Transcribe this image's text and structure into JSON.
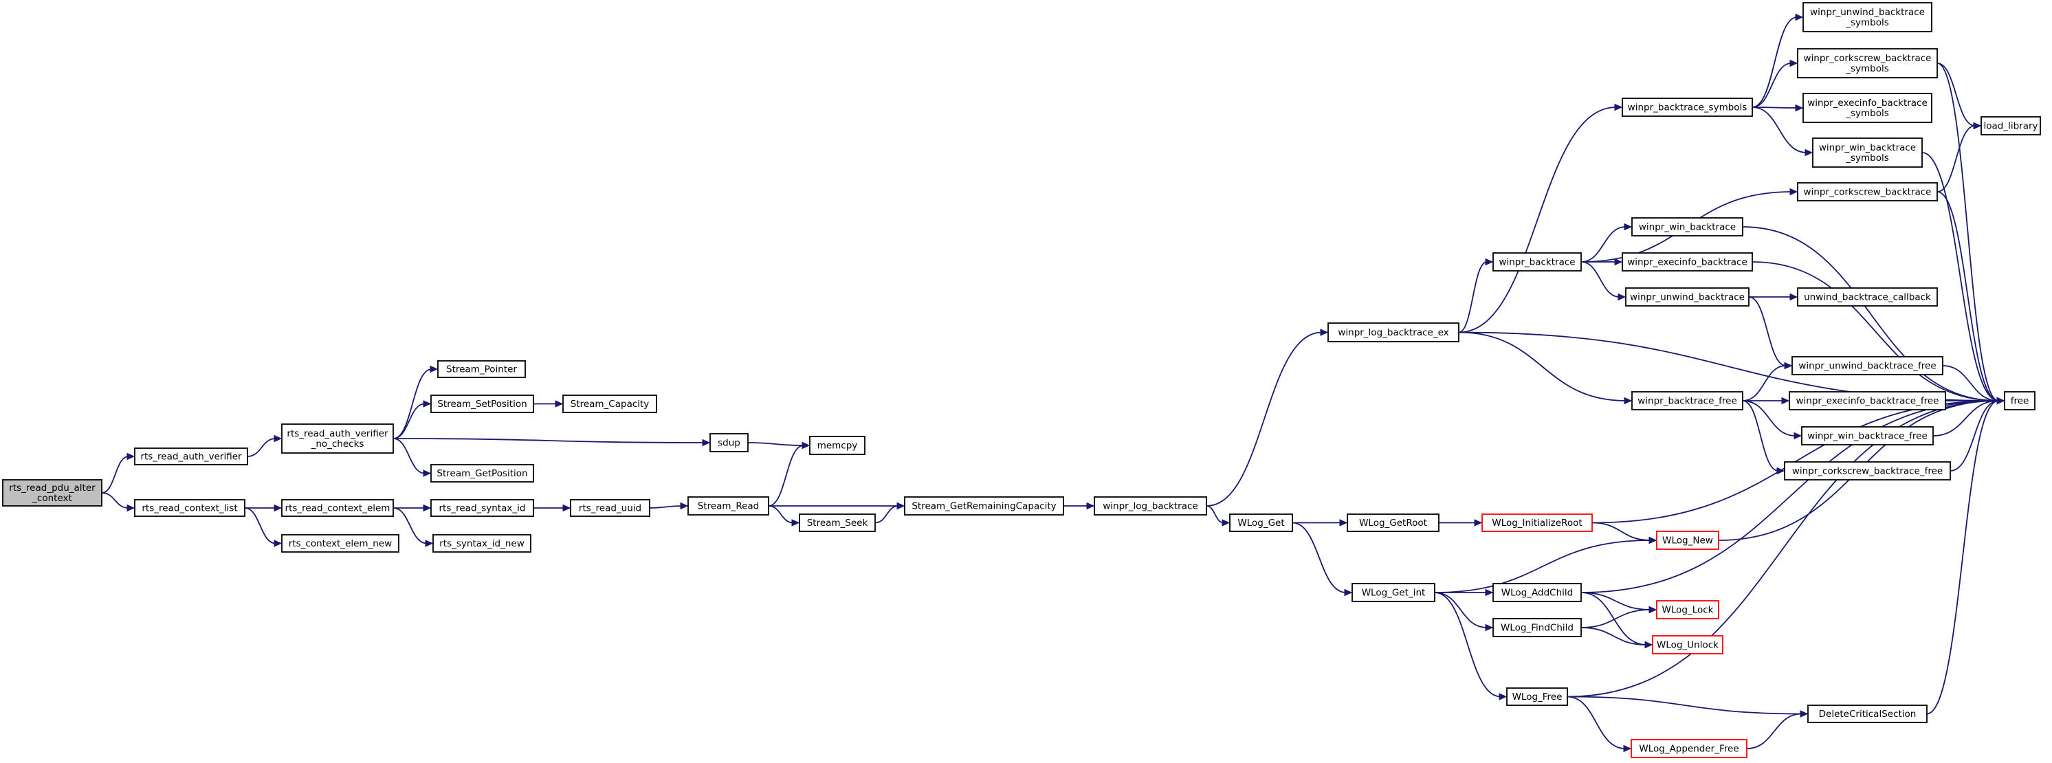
{
  "graph": {
    "kind": "call graph",
    "colors": {
      "edge": "#191970",
      "node_border": "#000000",
      "root_fill": "#bfbfbf",
      "truncated_border": "#ff0000"
    },
    "nodes": [
      {
        "id": "rts_read_pdu_alter_context",
        "lines": [
          "rts_read_pdu_alter",
          "_context"
        ],
        "root": true
      },
      {
        "id": "rts_read_auth_verifier",
        "lines": [
          "rts_read_auth_verifier"
        ]
      },
      {
        "id": "rts_read_context_list",
        "lines": [
          "rts_read_context_list"
        ]
      },
      {
        "id": "rts_read_auth_verifier_no_checks",
        "lines": [
          "rts_read_auth_verifier",
          "_no_checks"
        ]
      },
      {
        "id": "rts_read_context_elem",
        "lines": [
          "rts_read_context_elem"
        ]
      },
      {
        "id": "rts_context_elem_new",
        "lines": [
          "rts_context_elem_new"
        ]
      },
      {
        "id": "Stream_Pointer",
        "lines": [
          "Stream_Pointer"
        ]
      },
      {
        "id": "Stream_SetPosition",
        "lines": [
          "Stream_SetPosition"
        ]
      },
      {
        "id": "Stream_GetPosition",
        "lines": [
          "Stream_GetPosition"
        ]
      },
      {
        "id": "rts_read_syntax_id",
        "lines": [
          "rts_read_syntax_id"
        ]
      },
      {
        "id": "rts_syntax_id_new",
        "lines": [
          "rts_syntax_id_new"
        ]
      },
      {
        "id": "Stream_Capacity",
        "lines": [
          "Stream_Capacity"
        ]
      },
      {
        "id": "rts_read_uuid",
        "lines": [
          "rts_read_uuid"
        ]
      },
      {
        "id": "sdup",
        "lines": [
          "sdup"
        ]
      },
      {
        "id": "Stream_Read",
        "lines": [
          "Stream_Read"
        ]
      },
      {
        "id": "memcpy",
        "lines": [
          "memcpy"
        ]
      },
      {
        "id": "Stream_Seek",
        "lines": [
          "Stream_Seek"
        ]
      },
      {
        "id": "Stream_GetRemainingCapacity",
        "lines": [
          "Stream_GetRemainingCapacity"
        ]
      },
      {
        "id": "winpr_log_backtrace",
        "lines": [
          "winpr_log_backtrace"
        ]
      },
      {
        "id": "WLog_Get",
        "lines": [
          "WLog_Get"
        ]
      },
      {
        "id": "winpr_log_backtrace_ex",
        "lines": [
          "winpr_log_backtrace_ex"
        ]
      },
      {
        "id": "WLog_GetRoot",
        "lines": [
          "WLog_GetRoot"
        ]
      },
      {
        "id": "WLog_Get_int",
        "lines": [
          "WLog_Get_int"
        ]
      },
      {
        "id": "winpr_backtrace",
        "lines": [
          "winpr_backtrace"
        ]
      },
      {
        "id": "WLog_InitializeRoot",
        "lines": [
          "WLog_InitializeRoot"
        ],
        "truncated": true
      },
      {
        "id": "WLog_AddChild",
        "lines": [
          "WLog_AddChild"
        ]
      },
      {
        "id": "WLog_FindChild",
        "lines": [
          "WLog_FindChild"
        ]
      },
      {
        "id": "WLog_Free",
        "lines": [
          "WLog_Free"
        ]
      },
      {
        "id": "winpr_backtrace_symbols",
        "lines": [
          "winpr_backtrace_symbols"
        ]
      },
      {
        "id": "winpr_win_backtrace",
        "lines": [
          "winpr_win_backtrace"
        ]
      },
      {
        "id": "winpr_execinfo_backtrace",
        "lines": [
          "winpr_execinfo_backtrace"
        ]
      },
      {
        "id": "winpr_unwind_backtrace",
        "lines": [
          "winpr_unwind_backtrace"
        ]
      },
      {
        "id": "winpr_backtrace_free",
        "lines": [
          "winpr_backtrace_free"
        ]
      },
      {
        "id": "WLog_New",
        "lines": [
          "WLog_New"
        ],
        "truncated": true
      },
      {
        "id": "WLog_Lock",
        "lines": [
          "WLog_Lock"
        ],
        "truncated": true
      },
      {
        "id": "WLog_Unlock",
        "lines": [
          "WLog_Unlock"
        ],
        "truncated": true
      },
      {
        "id": "WLog_Appender_Free",
        "lines": [
          "WLog_Appender_Free"
        ],
        "truncated": true
      },
      {
        "id": "unwind_backtrace_callback",
        "lines": [
          "unwind_backtrace_callback"
        ]
      },
      {
        "id": "winpr_unwind_backtrace_symbols",
        "lines": [
          "winpr_unwind_backtrace",
          "_symbols"
        ]
      },
      {
        "id": "winpr_corkscrew_backtrace_symbols",
        "lines": [
          "winpr_corkscrew_backtrace",
          "_symbols"
        ]
      },
      {
        "id": "winpr_execinfo_backtrace_symbols",
        "lines": [
          "winpr_execinfo_backtrace",
          "_symbols"
        ]
      },
      {
        "id": "winpr_win_backtrace_symbols",
        "lines": [
          "winpr_win_backtrace",
          "_symbols"
        ]
      },
      {
        "id": "winpr_corkscrew_backtrace",
        "lines": [
          "winpr_corkscrew_backtrace"
        ]
      },
      {
        "id": "winpr_unwind_backtrace_free",
        "lines": [
          "winpr_unwind_backtrace_free"
        ]
      },
      {
        "id": "winpr_execinfo_backtrace_free",
        "lines": [
          "winpr_execinfo_backtrace_free"
        ]
      },
      {
        "id": "winpr_win_backtrace_free",
        "lines": [
          "winpr_win_backtrace_free"
        ]
      },
      {
        "id": "winpr_corkscrew_backtrace_free",
        "lines": [
          "winpr_corkscrew_backtrace_free"
        ]
      },
      {
        "id": "DeleteCriticalSection",
        "lines": [
          "DeleteCriticalSection"
        ]
      },
      {
        "id": "load_library",
        "lines": [
          "load_library"
        ]
      },
      {
        "id": "free",
        "lines": [
          "free"
        ]
      }
    ],
    "edges": [
      [
        "rts_read_pdu_alter_context",
        "rts_read_auth_verifier"
      ],
      [
        "rts_read_pdu_alter_context",
        "rts_read_context_list"
      ],
      [
        "rts_read_auth_verifier",
        "rts_read_auth_verifier_no_checks"
      ],
      [
        "rts_read_auth_verifier_no_checks",
        "Stream_Pointer"
      ],
      [
        "rts_read_auth_verifier_no_checks",
        "Stream_SetPosition"
      ],
      [
        "rts_read_auth_verifier_no_checks",
        "Stream_GetPosition"
      ],
      [
        "rts_read_auth_verifier_no_checks",
        "sdup"
      ],
      [
        "Stream_SetPosition",
        "Stream_Capacity"
      ],
      [
        "sdup",
        "memcpy"
      ],
      [
        "rts_read_context_list",
        "rts_read_context_elem"
      ],
      [
        "rts_read_context_list",
        "rts_context_elem_new"
      ],
      [
        "rts_read_context_elem",
        "rts_read_syntax_id"
      ],
      [
        "rts_read_context_elem",
        "rts_syntax_id_new"
      ],
      [
        "rts_read_syntax_id",
        "rts_read_uuid"
      ],
      [
        "rts_read_uuid",
        "Stream_Read"
      ],
      [
        "Stream_Read",
        "memcpy"
      ],
      [
        "Stream_Read",
        "Stream_GetRemainingCapacity"
      ],
      [
        "Stream_Read",
        "Stream_Seek"
      ],
      [
        "Stream_Seek",
        "Stream_GetRemainingCapacity"
      ],
      [
        "Stream_GetRemainingCapacity",
        "winpr_log_backtrace"
      ],
      [
        "winpr_log_backtrace",
        "winpr_log_backtrace_ex"
      ],
      [
        "winpr_log_backtrace",
        "WLog_Get"
      ],
      [
        "winpr_log_backtrace_ex",
        "winpr_backtrace_symbols"
      ],
      [
        "winpr_log_backtrace_ex",
        "winpr_backtrace"
      ],
      [
        "winpr_log_backtrace_ex",
        "winpr_backtrace_free"
      ],
      [
        "winpr_log_backtrace_ex",
        "free"
      ],
      [
        "winpr_backtrace_symbols",
        "winpr_unwind_backtrace_symbols"
      ],
      [
        "winpr_backtrace_symbols",
        "winpr_corkscrew_backtrace_symbols"
      ],
      [
        "winpr_backtrace_symbols",
        "winpr_execinfo_backtrace_symbols"
      ],
      [
        "winpr_backtrace_symbols",
        "winpr_win_backtrace_symbols"
      ],
      [
        "winpr_corkscrew_backtrace_symbols",
        "load_library"
      ],
      [
        "winpr_corkscrew_backtrace_symbols",
        "free"
      ],
      [
        "winpr_win_backtrace_symbols",
        "free"
      ],
      [
        "winpr_backtrace",
        "winpr_corkscrew_backtrace"
      ],
      [
        "winpr_backtrace",
        "winpr_win_backtrace"
      ],
      [
        "winpr_backtrace",
        "winpr_execinfo_backtrace"
      ],
      [
        "winpr_backtrace",
        "winpr_unwind_backtrace"
      ],
      [
        "winpr_corkscrew_backtrace",
        "load_library"
      ],
      [
        "winpr_corkscrew_backtrace",
        "free"
      ],
      [
        "winpr_win_backtrace",
        "free"
      ],
      [
        "winpr_execinfo_backtrace",
        "free"
      ],
      [
        "winpr_unwind_backtrace",
        "unwind_backtrace_callback"
      ],
      [
        "winpr_unwind_backtrace",
        "winpr_unwind_backtrace_free"
      ],
      [
        "winpr_backtrace_free",
        "winpr_unwind_backtrace_free"
      ],
      [
        "winpr_backtrace_free",
        "winpr_execinfo_backtrace_free"
      ],
      [
        "winpr_backtrace_free",
        "winpr_win_backtrace_free"
      ],
      [
        "winpr_backtrace_free",
        "winpr_corkscrew_backtrace_free"
      ],
      [
        "winpr_unwind_backtrace_free",
        "free"
      ],
      [
        "winpr_execinfo_backtrace_free",
        "free"
      ],
      [
        "winpr_win_backtrace_free",
        "free"
      ],
      [
        "winpr_corkscrew_backtrace_free",
        "free"
      ],
      [
        "WLog_Get",
        "WLog_GetRoot"
      ],
      [
        "WLog_Get",
        "WLog_Get_int"
      ],
      [
        "WLog_GetRoot",
        "WLog_InitializeRoot"
      ],
      [
        "WLog_InitializeRoot",
        "WLog_New"
      ],
      [
        "WLog_InitializeRoot",
        "free"
      ],
      [
        "WLog_New",
        "free"
      ],
      [
        "WLog_Get_int",
        "WLog_New"
      ],
      [
        "WLog_Get_int",
        "WLog_AddChild"
      ],
      [
        "WLog_Get_int",
        "WLog_FindChild"
      ],
      [
        "WLog_Get_int",
        "WLog_Free"
      ],
      [
        "WLog_AddChild",
        "WLog_Lock"
      ],
      [
        "WLog_AddChild",
        "WLog_Unlock"
      ],
      [
        "WLog_AddChild",
        "free"
      ],
      [
        "WLog_FindChild",
        "WLog_Lock"
      ],
      [
        "WLog_FindChild",
        "WLog_Unlock"
      ],
      [
        "WLog_Free",
        "DeleteCriticalSection"
      ],
      [
        "WLog_Free",
        "WLog_Appender_Free"
      ],
      [
        "WLog_Free",
        "free"
      ],
      [
        "WLog_Appender_Free",
        "DeleteCriticalSection"
      ],
      [
        "DeleteCriticalSection",
        "free"
      ]
    ]
  }
}
